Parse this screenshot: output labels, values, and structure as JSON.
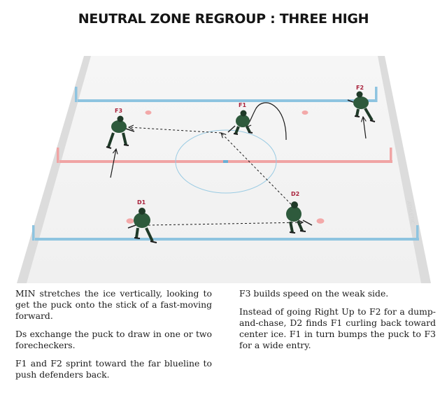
{
  "title": "NEUTRAL ZONE REGROUP : THREE HIGH",
  "players": {
    "f1": "F1",
    "f2": "F2",
    "f3": "F3",
    "d1": "D1",
    "d2": "D2"
  },
  "text_left": [
    "MIN stretches the ice vertically, looking to get the puck onto the stick of a fast-moving forward.",
    "Ds exchange the puck to draw in one or two forecheckers.",
    "F1 and F2 sprint toward the far blueline to push defenders back."
  ],
  "text_right": [
    "F3 builds speed on the weak side.",
    "Instead of going Right Up to F2 for a dump-and-chase, D2 finds F1 curling back toward center ice. F1 in turn bumps the puck to F3 for a wide entry."
  ],
  "colors": {
    "blue_line": "#8ec4e0",
    "red_line": "#f0a4a4",
    "jersey": "#2e5a3c",
    "label": "#a8203a"
  }
}
